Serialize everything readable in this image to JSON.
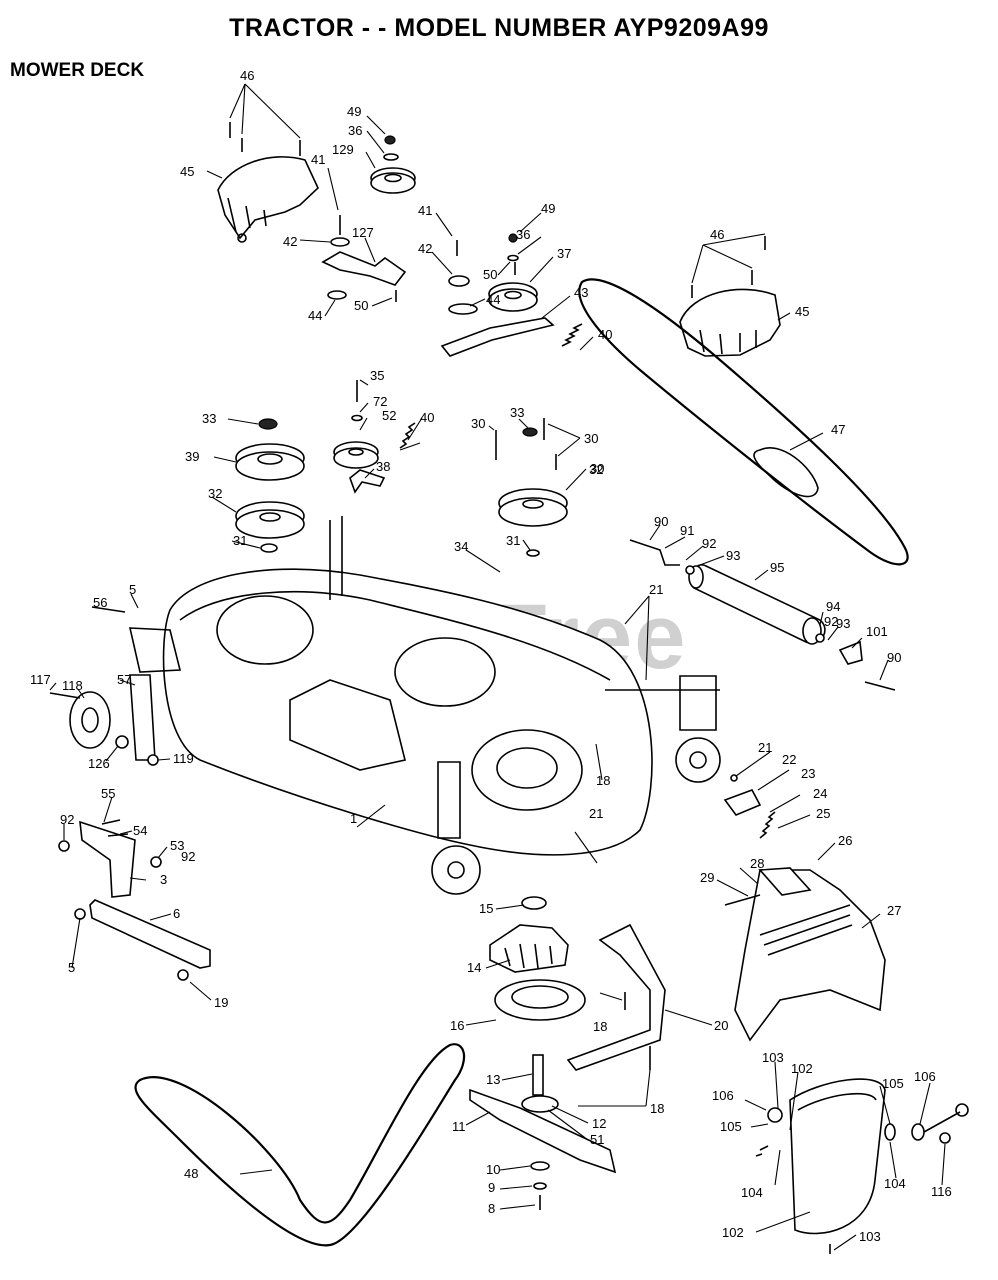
{
  "title": "TRACTOR - - MODEL NUMBER AYP9209A99",
  "section": "MOWER DECK",
  "watermark": "PartsTree",
  "callouts": [
    "1",
    "3",
    "5",
    "5",
    "6",
    "8",
    "9",
    "10",
    "11",
    "12",
    "13",
    "14",
    "15",
    "16",
    "18",
    "18",
    "18",
    "19",
    "20",
    "21",
    "21",
    "21",
    "22",
    "23",
    "24",
    "25",
    "26",
    "27",
    "28",
    "29",
    "30",
    "30",
    "30",
    "31",
    "31",
    "32",
    "32",
    "33",
    "33",
    "34",
    "35",
    "36",
    "36",
    "37",
    "38",
    "39",
    "40",
    "40",
    "41",
    "41",
    "42",
    "42",
    "43",
    "44",
    "44",
    "45",
    "45",
    "46",
    "46",
    "47",
    "48",
    "49",
    "49",
    "50",
    "50",
    "51",
    "52",
    "53",
    "54",
    "55",
    "56",
    "57",
    "72",
    "90",
    "90",
    "91",
    "92",
    "92",
    "92",
    "92",
    "93",
    "93",
    "94",
    "95",
    "101",
    "102",
    "102",
    "103",
    "103",
    "104",
    "104",
    "105",
    "105",
    "106",
    "106",
    "116",
    "117",
    "118",
    "119",
    "126",
    "127",
    "129"
  ]
}
